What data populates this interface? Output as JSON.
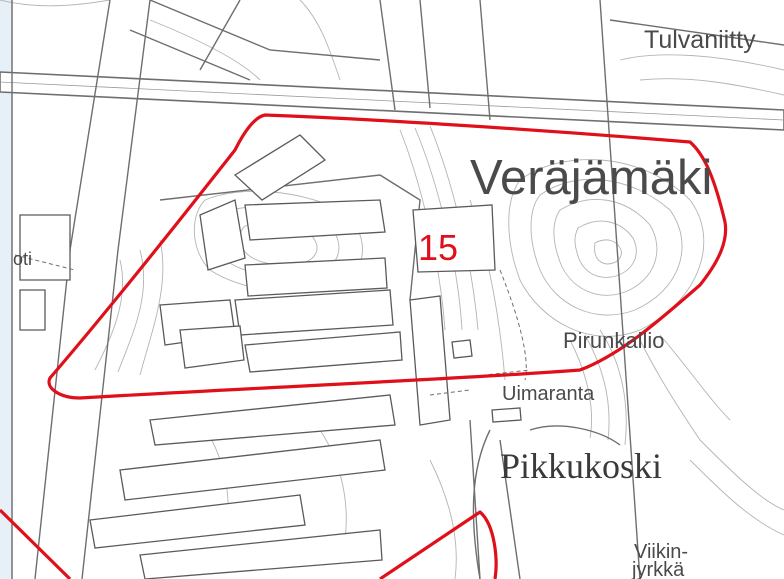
{
  "map": {
    "labels": {
      "area_name": "Veräjämäki",
      "area_number": "15",
      "hill": "Pirunkallio",
      "beach": "Uimaranta",
      "rapids": "Pikkukoski",
      "street": "Tulvaniitty",
      "viikki_line1": "Viikin-",
      "viikki_line2": "jyrkkä",
      "edge_fragment": "oti"
    },
    "colors": {
      "boundary": "#e0101a",
      "road_edge": "#6e6e6e",
      "building": "#5a5a5a",
      "contour": "#b4b4b4",
      "background": "#ffffff",
      "edge_strip": "#e8f0f7"
    }
  }
}
